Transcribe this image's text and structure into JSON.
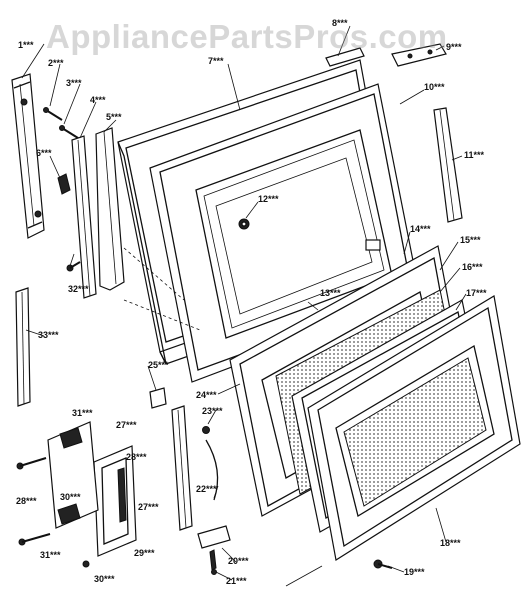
{
  "watermark": "AppliancePartsPros.com",
  "callouts": [
    {
      "id": "c1",
      "text": "1***"
    },
    {
      "id": "c2",
      "text": "2***"
    },
    {
      "id": "c3",
      "text": "3***"
    },
    {
      "id": "c4",
      "text": "4***"
    },
    {
      "id": "c5",
      "text": "5***"
    },
    {
      "id": "c6",
      "text": "6***"
    },
    {
      "id": "c7",
      "text": "7***"
    },
    {
      "id": "c8",
      "text": "8***"
    },
    {
      "id": "c9",
      "text": "9***"
    },
    {
      "id": "c10",
      "text": "10***"
    },
    {
      "id": "c11",
      "text": "11***"
    },
    {
      "id": "c12",
      "text": "12***"
    },
    {
      "id": "c13",
      "text": "13***"
    },
    {
      "id": "c14",
      "text": "14***"
    },
    {
      "id": "c15",
      "text": "15***"
    },
    {
      "id": "c16",
      "text": "16***"
    },
    {
      "id": "c17",
      "text": "17***"
    },
    {
      "id": "c18",
      "text": "18***"
    },
    {
      "id": "c19",
      "text": "19***"
    },
    {
      "id": "c20",
      "text": "20***"
    },
    {
      "id": "c21",
      "text": "21***"
    },
    {
      "id": "c22",
      "text": "22***"
    },
    {
      "id": "c23",
      "text": "23***"
    },
    {
      "id": "c24",
      "text": "24***"
    },
    {
      "id": "c25",
      "text": "25***"
    },
    {
      "id": "c27a",
      "text": "27***"
    },
    {
      "id": "c27b",
      "text": "27***"
    },
    {
      "id": "c28a",
      "text": "28***"
    },
    {
      "id": "c28b",
      "text": "28***"
    },
    {
      "id": "c29",
      "text": "29***"
    },
    {
      "id": "c30a",
      "text": "30***"
    },
    {
      "id": "c30b",
      "text": "30***"
    },
    {
      "id": "c31a",
      "text": "31***"
    },
    {
      "id": "c31b",
      "text": "31***"
    },
    {
      "id": "c32",
      "text": "32***"
    },
    {
      "id": "c33",
      "text": "33***"
    }
  ]
}
